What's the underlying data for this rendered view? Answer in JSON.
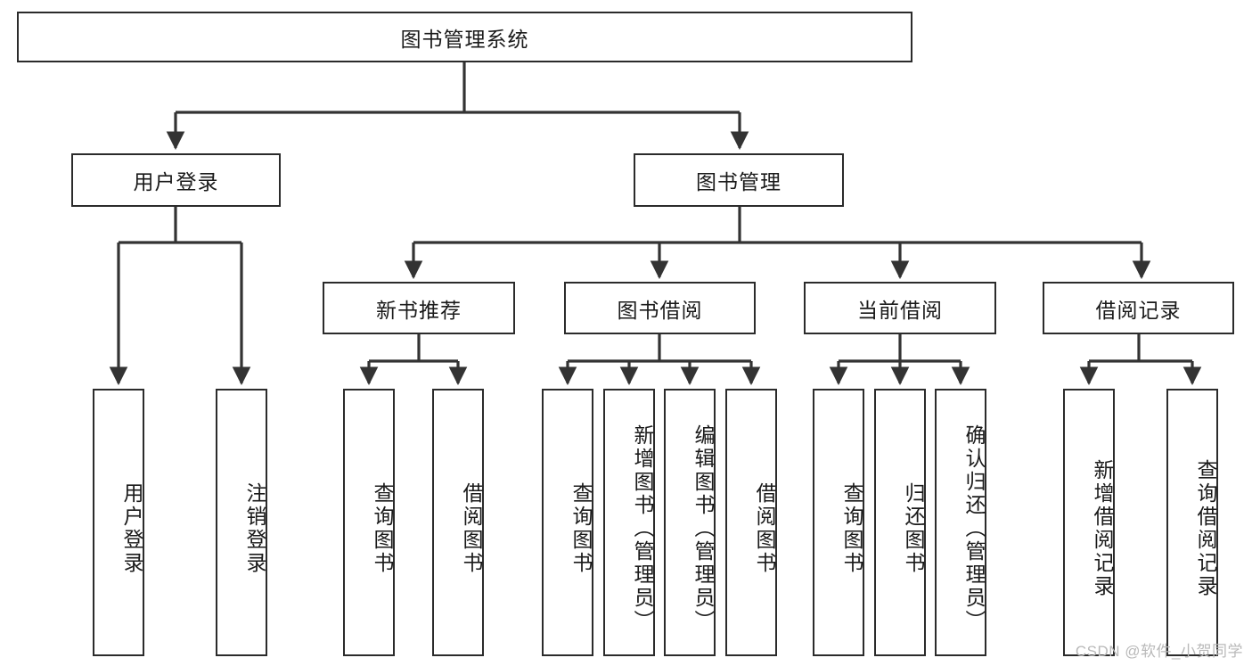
{
  "diagram": {
    "title": "图书管理系统",
    "type": "tree-hierarchy",
    "watermark": "CSDN @软件_小贺同学",
    "colors": {
      "box_border": "#2b2b2b",
      "box_fill": "#ffffff",
      "connector": "#333333",
      "text": "#1a1a1a",
      "watermark": "#b9b9b9",
      "background": "#ffffff"
    },
    "root": {
      "label": "图书管理系统"
    },
    "level2": [
      {
        "label": "用户登录"
      },
      {
        "label": "图书管理"
      }
    ],
    "level3": [
      {
        "label": "新书推荐"
      },
      {
        "label": "图书借阅"
      },
      {
        "label": "当前借阅"
      },
      {
        "label": "借阅记录"
      }
    ],
    "leaves": [
      {
        "label": "用户登录",
        "parent": "用户登录"
      },
      {
        "label": "注销登录",
        "parent": "用户登录"
      },
      {
        "label": "查询图书",
        "parent": "新书推荐"
      },
      {
        "label": "借阅图书",
        "parent": "新书推荐"
      },
      {
        "label": "查询图书",
        "parent": "图书借阅"
      },
      {
        "label": "新增图书（管理员）",
        "parent": "图书借阅"
      },
      {
        "label": "编辑图书（管理员）",
        "parent": "图书借阅"
      },
      {
        "label": "借阅图书",
        "parent": "图书借阅"
      },
      {
        "label": "查询图书",
        "parent": "当前借阅"
      },
      {
        "label": "归还图书",
        "parent": "当前借阅"
      },
      {
        "label": "确认归还（管理员）",
        "parent": "当前借阅"
      },
      {
        "label": "新增借阅记录",
        "parent": "借阅记录"
      },
      {
        "label": "查询借阅记录",
        "parent": "借阅记录"
      }
    ]
  }
}
